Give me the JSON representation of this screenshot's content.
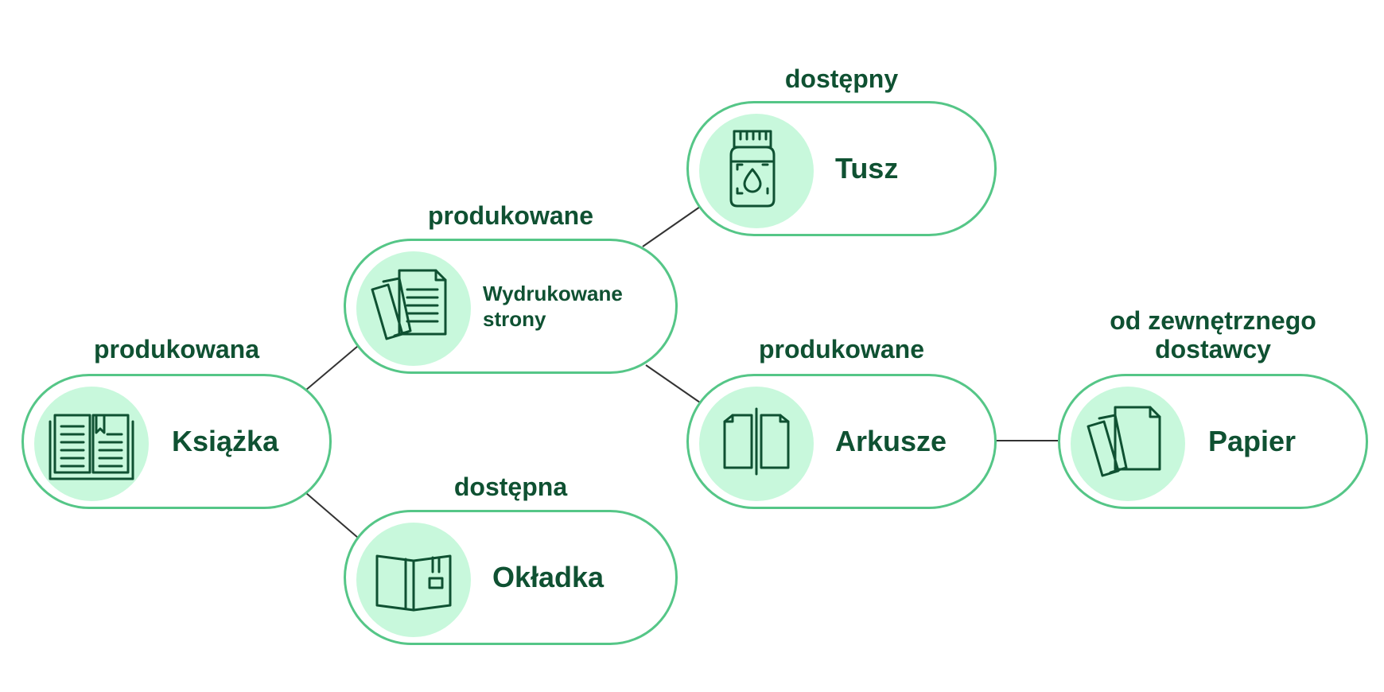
{
  "diagram": {
    "colors": {
      "border": "#55c687",
      "icon_fill": "#c8f8dc",
      "text": "#0f5132",
      "connector": "#333333"
    },
    "nodes": {
      "ksiazka": {
        "label": "Książka",
        "status": "produkowana",
        "icon": "book-open-icon"
      },
      "wydrukowane": {
        "label": "Wydrukowane\nstrony",
        "status": "produkowane",
        "icon": "printed-pages-icon"
      },
      "okladka": {
        "label": "Okładka",
        "status": "dostępna",
        "icon": "book-cover-icon"
      },
      "tusz": {
        "label": "Tusz",
        "status": "dostępny",
        "icon": "ink-bottle-icon"
      },
      "arkusze": {
        "label": "Arkusze",
        "status": "produkowane",
        "icon": "sheets-icon"
      },
      "papier": {
        "label": "Papier",
        "status": "od zewnętrznego\ndostawcy",
        "icon": "paper-stack-icon"
      }
    }
  }
}
